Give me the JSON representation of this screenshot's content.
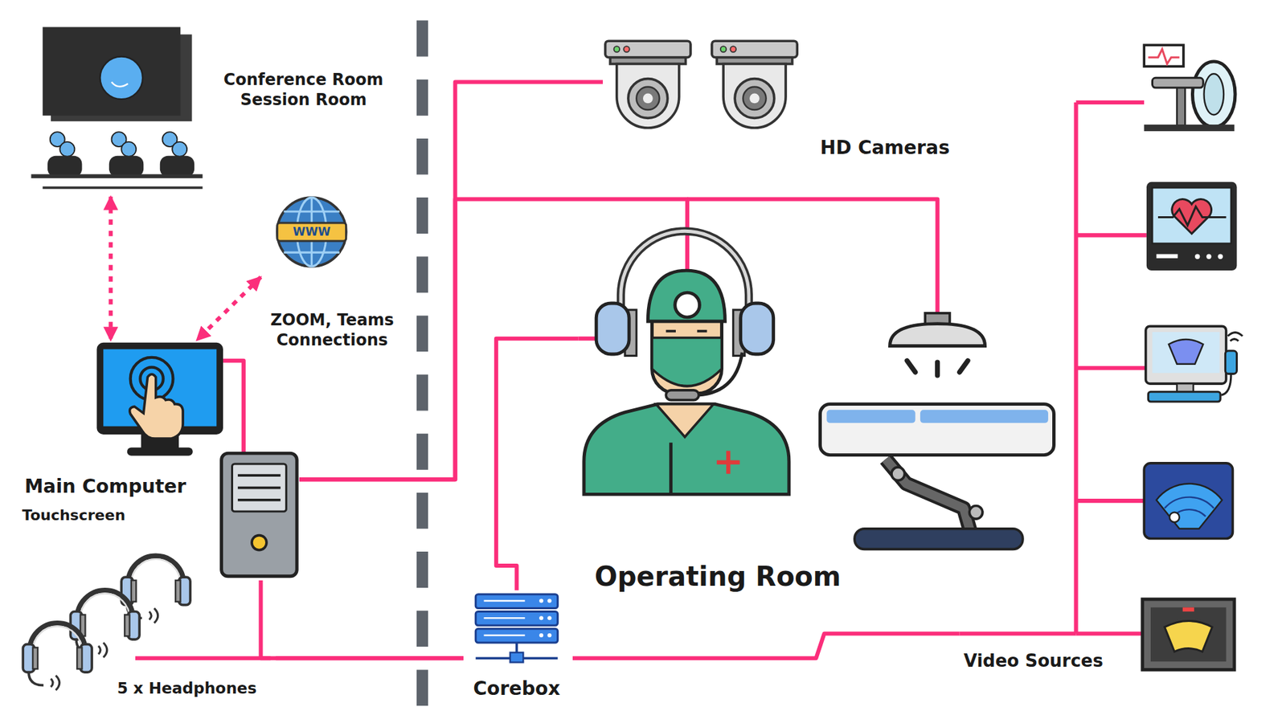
{
  "diagram": {
    "nodes": [
      {
        "text": [
          "Conference Room Session Room"
        ]
      },
      {
        "text": [
          "ZOOM, Teams Connections"
        ]
      },
      {
        "text": [
          "Main Computer",
          "Touchscreen"
        ]
      },
      {
        "text": [
          "HD Cameras"
        ]
      },
      {
        "text": [
          "Operating Room"
        ]
      },
      {
        "text": [
          "5 x Headphones"
        ]
      },
      {
        "text": [
          "Corebox"
        ]
      },
      {
        "text": [
          "Video Sources"
        ]
      }
    ],
    "edges": [
      {
        "from": 0,
        "to": 2,
        "arrow": "both"
      },
      {
        "from": 1,
        "to": 2,
        "arrow": "both"
      },
      {
        "from": 2,
        "to": 3,
        "arrow": "none"
      },
      {
        "from": 2,
        "to": 4,
        "arrow": "none"
      },
      {
        "from": 2,
        "to": 6,
        "arrow": "none"
      },
      {
        "from": 5,
        "to": 6,
        "arrow": "none"
      },
      {
        "from": 6,
        "to": 4,
        "arrow": "none"
      },
      {
        "from": 6,
        "to": 7,
        "arrow": "none"
      }
    ],
    "labels": [
      "WWW"
    ]
  }
}
